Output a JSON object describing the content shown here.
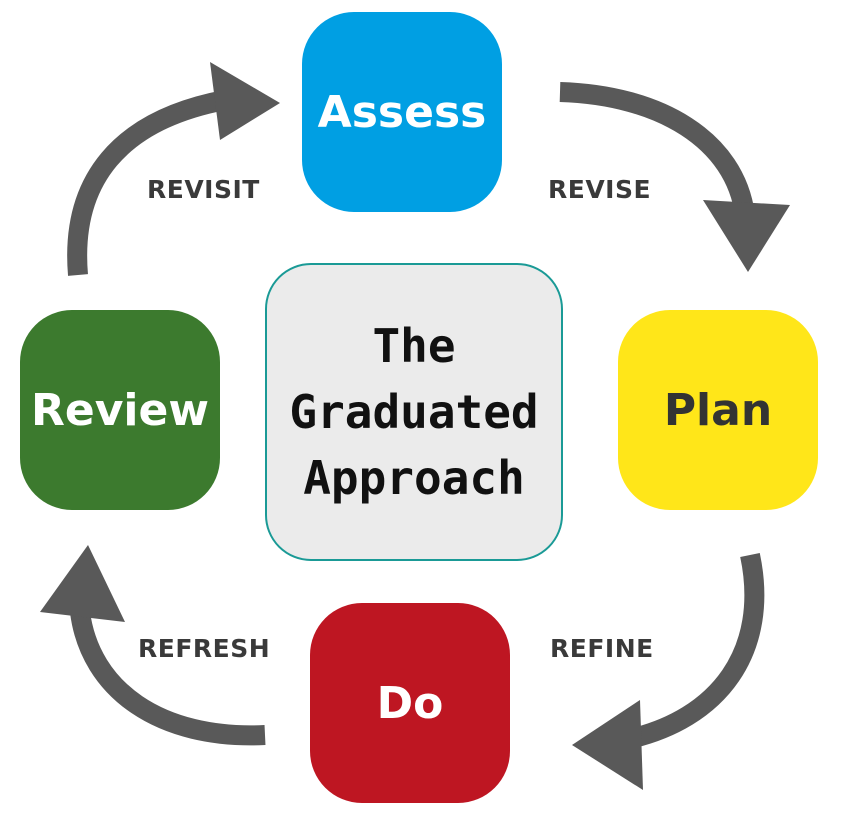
{
  "stages": {
    "assess": "Assess",
    "plan": "Plan",
    "do": "Do",
    "review": "Review"
  },
  "center": {
    "line1": "The",
    "line2": "Graduated",
    "line3": "Approach"
  },
  "transitions": {
    "revisit": "REVISIT",
    "revise": "REVISE",
    "refine": "REFINE",
    "refresh": "REFRESH"
  },
  "colors": {
    "assess": "#009FE3",
    "plan": "#FFE619",
    "do": "#BE1622",
    "review": "#3C7A2E",
    "arrow": "#595959"
  }
}
